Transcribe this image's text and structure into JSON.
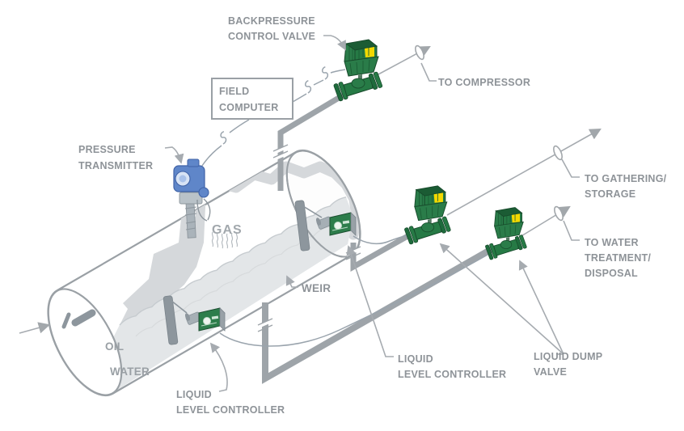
{
  "labels": {
    "backpressure_line1": "BACKPRESSURE",
    "backpressure_line2": "CONTROL VALVE",
    "field_computer_line1": "FIELD",
    "field_computer_line2": "COMPUTER",
    "pressure_line1": "PRESSURE",
    "pressure_line2": "TRANSMITTER",
    "to_compressor": "TO COMPRESSOR",
    "to_gathering_line1": "TO GATHERING/",
    "to_gathering_line2": "STORAGE",
    "to_water_line1": "TO WATER",
    "to_water_line2": "TREATMENT/",
    "to_water_line3": "DISPOSAL",
    "gas": "GAS",
    "weir": "WEIR",
    "oil": "OIL",
    "water": "WATER",
    "llc_left_line1": "LIQUID",
    "llc_left_line2": "LEVEL CONTROLLER",
    "llc_right_line1": "LIQUID",
    "llc_right_line2": "LEVEL CONTROLLER",
    "dump_valve_line1": "LIQUID DUMP",
    "dump_valve_line2": "VALVE"
  },
  "colors": {
    "label_text": "#8e9398",
    "pipe_gray": "#9ea4a9",
    "outline_gray": "#9aa0a5",
    "valve_green": "#267a45",
    "valve_green_dark": "#1b5c34",
    "accent_yellow": "#f3d900",
    "transmitter_blue": "#5f86c9",
    "controller_green": "#2d7d4b",
    "shell_gray": "#d5d8db",
    "liquid_gray": "#e3e6e8"
  }
}
